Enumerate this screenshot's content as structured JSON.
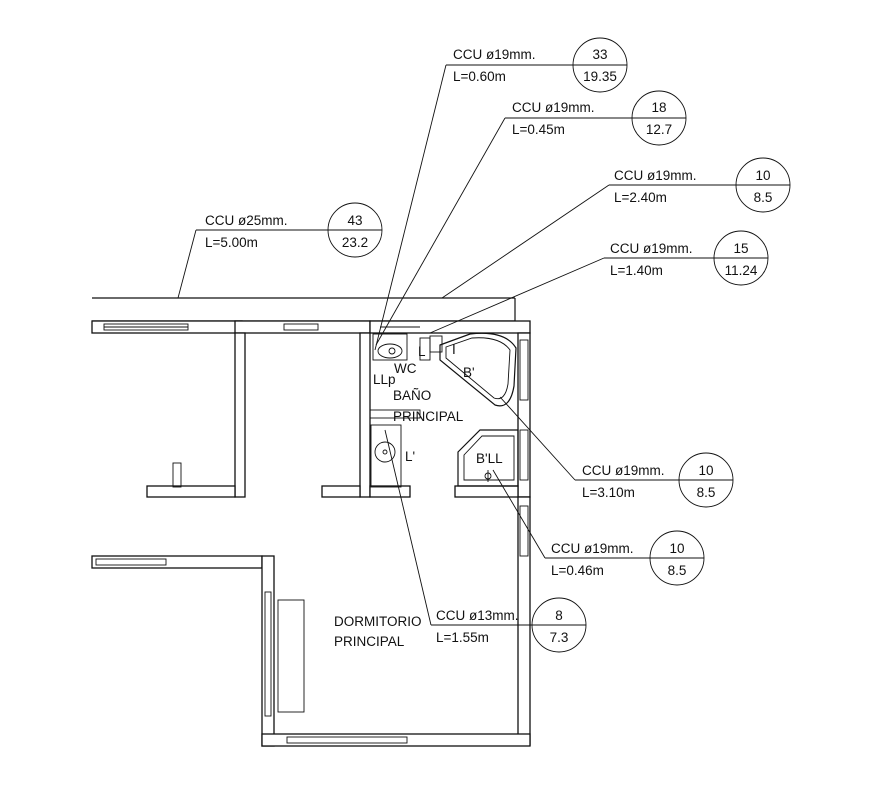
{
  "labels": [
    {
      "pipe": "CCU ø19mm.",
      "length": "L=0.60m",
      "top": "33",
      "bottom": "19.35"
    },
    {
      "pipe": "CCU ø19mm.",
      "length": "L=0.45m",
      "top": "18",
      "bottom": "12.7"
    },
    {
      "pipe": "CCU ø19mm.",
      "length": "L=2.40m",
      "top": "10",
      "bottom": "8.5"
    },
    {
      "pipe": "CCU ø25mm.",
      "length": "L=5.00m",
      "top": "43",
      "bottom": "23.2"
    },
    {
      "pipe": "CCU ø19mm.",
      "length": "L=1.40m",
      "top": "15",
      "bottom": "11.24"
    },
    {
      "pipe": "CCU ø19mm.",
      "length": "L=3.10m",
      "top": "10",
      "bottom": "8.5"
    },
    {
      "pipe": "CCU ø19mm.",
      "length": "L=0.46m",
      "top": "10",
      "bottom": "8.5"
    },
    {
      "pipe": "CCU ø13mm.",
      "length": "L=1.55m",
      "top": "8",
      "bottom": "7.3"
    }
  ],
  "rooms": {
    "bath_line1": "BAÑO",
    "bath_line2": "PRINCIPAL",
    "bed_line1": "DORMITORIO",
    "bed_line2": "PRINCIPAL"
  },
  "fixtures": {
    "wc": "WC",
    "llp": "LLp",
    "bathtub": "B'",
    "shower": "B'LL",
    "lavatory": "L'",
    "small_l": "L",
    "valve": "I"
  }
}
